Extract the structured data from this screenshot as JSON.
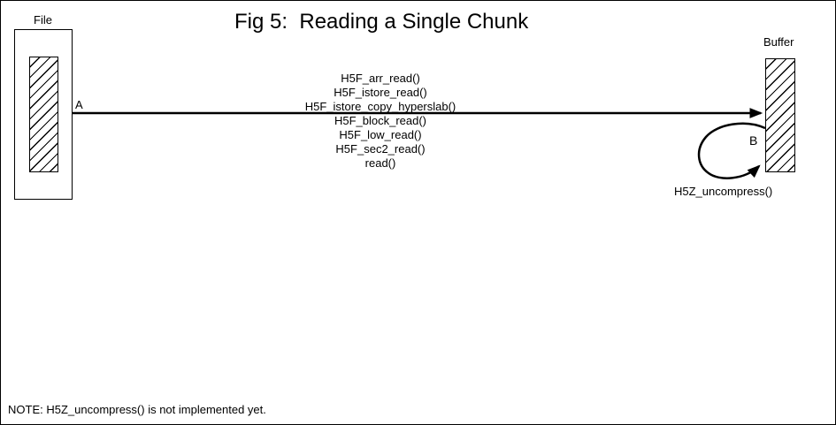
{
  "title": "Fig 5:  Reading a Single Chunk",
  "file_box": {
    "label": "File"
  },
  "buffer_box": {
    "label": "Buffer"
  },
  "read_path": {
    "label": "A",
    "call_stack": [
      "H5F_arr_read()",
      "H5F_istore_read()",
      "H5F_istore_copy_hyperslab()",
      "H5F_block_read()",
      "H5F_low_read()",
      "H5F_sec2_read()",
      "read()"
    ]
  },
  "uncompress_loop": {
    "label": "B",
    "function": "H5Z_uncompress()"
  },
  "note": "NOTE: H5Z_uncompress() is not implemented yet.",
  "colors": {
    "line": "#000000",
    "background": "#ffffff"
  }
}
